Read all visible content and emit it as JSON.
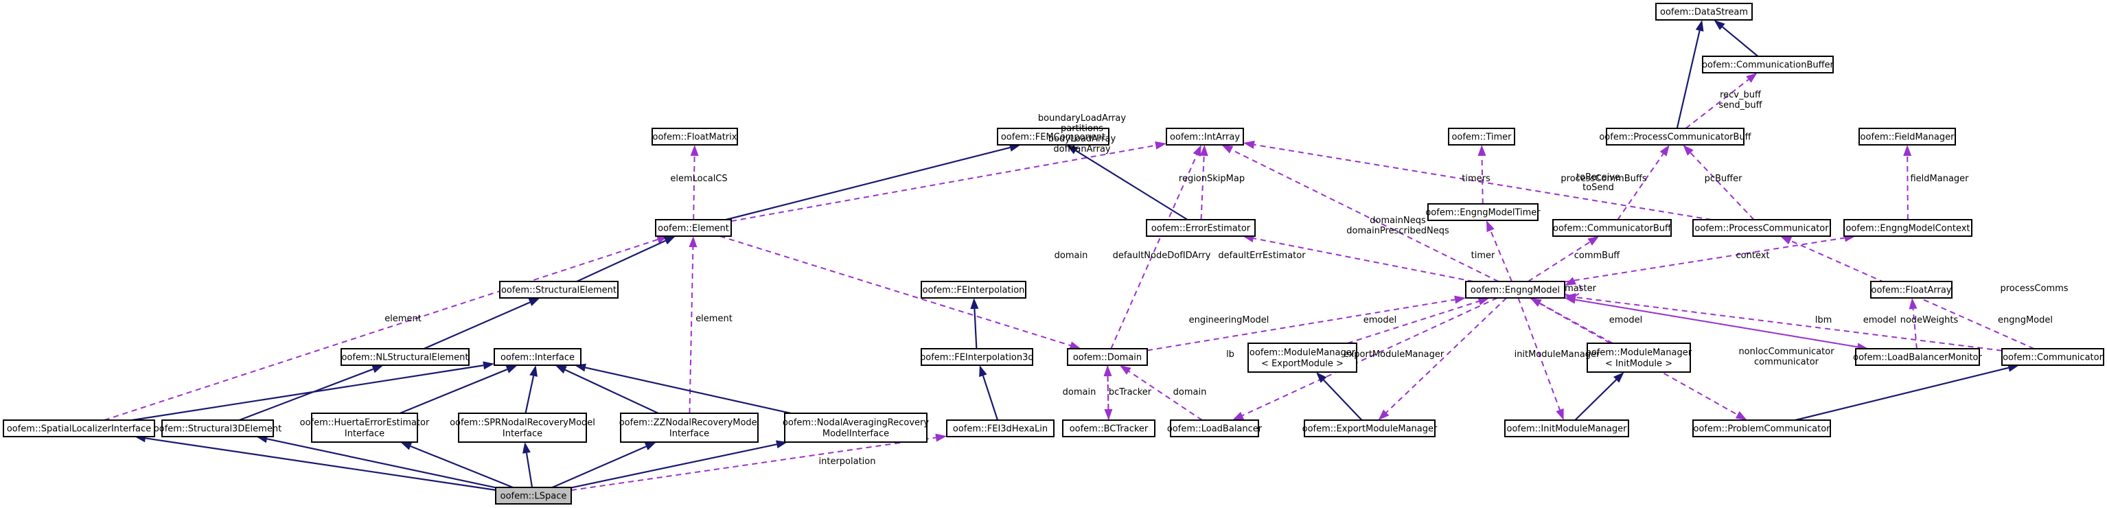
{
  "diagram": {
    "nodes": [
      {
        "id": "lspace",
        "lines": [
          "oofem::LSpace"
        ],
        "focus": true
      },
      {
        "id": "spatial",
        "lines": [
          "oofem::SpatialLocalizerInterface"
        ]
      },
      {
        "id": "struct3d",
        "lines": [
          "oofem::Structural3DElement"
        ]
      },
      {
        "id": "huerta",
        "lines": [
          "oofem::HuertaErrorEstimator",
          "Interface"
        ]
      },
      {
        "id": "spr",
        "lines": [
          "oofem::SPRNodalRecoveryModel",
          "Interface"
        ]
      },
      {
        "id": "zz",
        "lines": [
          "oofem::ZZNodalRecoveryModel",
          "Interface"
        ]
      },
      {
        "id": "nodalavg",
        "lines": [
          "oofem::NodalAveragingRecovery",
          "ModelInterface"
        ]
      },
      {
        "id": "fei3d",
        "lines": [
          "oofem::FEI3dHexaLin"
        ]
      },
      {
        "id": "interface",
        "lines": [
          "oofem::Interface"
        ]
      },
      {
        "id": "nlstruct",
        "lines": [
          "oofem::NLStructuralElement"
        ]
      },
      {
        "id": "structel",
        "lines": [
          "oofem::StructuralElement"
        ]
      },
      {
        "id": "element",
        "lines": [
          "oofem::Element"
        ]
      },
      {
        "id": "floatmatrix",
        "lines": [
          "oofem::FloatMatrix"
        ]
      },
      {
        "id": "femcomp",
        "lines": [
          "oofem::FEMComponent"
        ]
      },
      {
        "id": "intarray",
        "lines": [
          "oofem::IntArray"
        ]
      },
      {
        "id": "errest",
        "lines": [
          "oofem::ErrorEstimator"
        ]
      },
      {
        "id": "feinterp",
        "lines": [
          "oofem::FEInterpolation"
        ]
      },
      {
        "id": "feinterp3d",
        "lines": [
          "oofem::FEInterpolation3d"
        ]
      },
      {
        "id": "domain",
        "lines": [
          "oofem::Domain"
        ]
      },
      {
        "id": "bctracker",
        "lines": [
          "oofem::BCTracker"
        ]
      },
      {
        "id": "loadbal",
        "lines": [
          "oofem::LoadBalancer"
        ]
      },
      {
        "id": "timer",
        "lines": [
          "oofem::Timer"
        ]
      },
      {
        "id": "engngtimer",
        "lines": [
          "oofem::EngngModelTimer"
        ]
      },
      {
        "id": "engng",
        "lines": [
          "oofem::EngngModel"
        ]
      },
      {
        "id": "modexport",
        "lines": [
          "oofem::ModuleManager",
          "< ExportModule >"
        ]
      },
      {
        "id": "exportmgr",
        "lines": [
          "oofem::ExportModuleManager"
        ]
      },
      {
        "id": "modinit",
        "lines": [
          "oofem::ModuleManager",
          "< InitModule >"
        ]
      },
      {
        "id": "initmgr",
        "lines": [
          "oofem::InitModuleManager"
        ]
      },
      {
        "id": "datastream",
        "lines": [
          "oofem::DataStream"
        ]
      },
      {
        "id": "commbuffer",
        "lines": [
          "oofem::CommunicationBuffer"
        ]
      },
      {
        "id": "pcbuff",
        "lines": [
          "oofem::ProcessCommunicatorBuff"
        ]
      },
      {
        "id": "commbuff",
        "lines": [
          "oofem::CommunicatorBuff"
        ]
      },
      {
        "id": "proccomm",
        "lines": [
          "oofem::ProcessCommunicator"
        ]
      },
      {
        "id": "probcomm",
        "lines": [
          "oofem::ProblemCommunicator"
        ]
      },
      {
        "id": "fieldmgr",
        "lines": [
          "oofem::FieldManager"
        ]
      },
      {
        "id": "engctx",
        "lines": [
          "oofem::EngngModelContext"
        ]
      },
      {
        "id": "floatarray",
        "lines": [
          "oofem::FloatArray"
        ]
      },
      {
        "id": "lbmon",
        "lines": [
          "oofem::LoadBalancerMonitor"
        ]
      },
      {
        "id": "communicator",
        "lines": [
          "oofem::Communicator"
        ]
      }
    ],
    "edges": [
      {
        "kind": "inherit",
        "from": "lspace",
        "to": "spatial",
        "labels": []
      },
      {
        "kind": "inherit",
        "from": "lspace",
        "to": "struct3d",
        "labels": []
      },
      {
        "kind": "inherit",
        "from": "lspace",
        "to": "huerta",
        "labels": []
      },
      {
        "kind": "inherit",
        "from": "lspace",
        "to": "spr",
        "labels": []
      },
      {
        "kind": "inherit",
        "from": "lspace",
        "to": "zz",
        "labels": []
      },
      {
        "kind": "inherit",
        "from": "lspace",
        "to": "nodalavg",
        "labels": []
      },
      {
        "kind": "assoc",
        "from": "lspace",
        "to": "fei3d",
        "labels": [
          "interpolation"
        ]
      },
      {
        "kind": "inherit",
        "from": "spatial",
        "to": "interface",
        "labels": []
      },
      {
        "kind": "assoc",
        "from": "spatial",
        "to": "element",
        "labels": [
          "element"
        ]
      },
      {
        "kind": "inherit",
        "from": "struct3d",
        "to": "nlstruct",
        "labels": []
      },
      {
        "kind": "inherit",
        "from": "huerta",
        "to": "interface",
        "labels": []
      },
      {
        "kind": "inherit",
        "from": "spr",
        "to": "interface",
        "labels": []
      },
      {
        "kind": "inherit",
        "from": "zz",
        "to": "interface",
        "labels": []
      },
      {
        "kind": "assoc",
        "from": "zz",
        "to": "element",
        "labels": [
          "element"
        ]
      },
      {
        "kind": "inherit",
        "from": "nodalavg",
        "to": "interface",
        "labels": []
      },
      {
        "kind": "inherit",
        "from": "nlstruct",
        "to": "structel",
        "labels": []
      },
      {
        "kind": "inherit",
        "from": "structel",
        "to": "element",
        "labels": []
      },
      {
        "kind": "inherit",
        "from": "element",
        "to": "femcomp",
        "labels": []
      },
      {
        "kind": "assoc",
        "from": "element",
        "to": "floatmatrix",
        "labels": [
          "elemLocalCS"
        ]
      },
      {
        "kind": "assoc",
        "from": "element",
        "to": "intarray",
        "labels": [
          "boundaryLoadArray",
          "partitions",
          "bodyLoadArray",
          "dofManArray"
        ]
      },
      {
        "kind": "inherit",
        "from": "errest",
        "to": "femcomp",
        "labels": []
      },
      {
        "kind": "assoc",
        "from": "errest",
        "to": "intarray",
        "labels": [
          "regionSkipMap"
        ]
      },
      {
        "kind": "inherit",
        "from": "fei3d",
        "to": "feinterp3d",
        "labels": []
      },
      {
        "kind": "inherit",
        "from": "feinterp3d",
        "to": "feinterp",
        "labels": []
      },
      {
        "kind": "assoc",
        "from": "element",
        "to": "domain",
        "labels": [
          "domain"
        ]
      },
      {
        "kind": "assoc",
        "from": "domain",
        "to": "intarray",
        "labels": [
          "defaultNodeDofIDArry"
        ]
      },
      {
        "kind": "assoc",
        "from": "domain",
        "to": "engng",
        "labels": [
          "engineeringModel"
        ]
      },
      {
        "kind": "assoc",
        "from": "domain",
        "to": "bctracker",
        "labels": [
          "bcTracker"
        ]
      },
      {
        "kind": "assoc",
        "from": "bctracker",
        "to": "domain",
        "labels": [
          "domain"
        ]
      },
      {
        "kind": "assoc",
        "from": "loadbal",
        "to": "domain",
        "labels": [
          "domain"
        ]
      },
      {
        "kind": "assoc",
        "from": "engng",
        "to": "loadbal",
        "labels": [
          "lb"
        ]
      },
      {
        "kind": "assoc",
        "from": "engng",
        "to": "errest",
        "labels": [
          "defaultErrEstimator"
        ]
      },
      {
        "kind": "assoc",
        "from": "engng",
        "to": "intarray",
        "labels": [
          "domainNeqs",
          "domainPrescribedNeqs"
        ]
      },
      {
        "kind": "assoc",
        "from": "engng",
        "to": "engngtimer",
        "labels": [
          "timer"
        ]
      },
      {
        "kind": "assoc",
        "from": "engngtimer",
        "to": "timer",
        "labels": [
          "timers"
        ]
      },
      {
        "kind": "assoc",
        "from": "engng",
        "to": "commbuff",
        "labels": [
          "commBuff"
        ]
      },
      {
        "kind": "assoc",
        "from": "engng",
        "to": "engctx",
        "labels": [
          "context"
        ]
      },
      {
        "kind": "assoc",
        "from": "engng",
        "to": "engng",
        "labels": [
          "master"
        ]
      },
      {
        "kind": "assoc",
        "from": "modexport",
        "to": "engng",
        "labels": [
          "emodel"
        ]
      },
      {
        "kind": "inherit",
        "from": "exportmgr",
        "to": "modexport",
        "labels": []
      },
      {
        "kind": "assoc",
        "from": "engng",
        "to": "exportmgr",
        "labels": [
          "exportModuleManager"
        ]
      },
      {
        "kind": "assoc",
        "from": "modinit",
        "to": "engng",
        "labels": [
          "emodel"
        ]
      },
      {
        "kind": "inherit",
        "from": "initmgr",
        "to": "modinit",
        "labels": []
      },
      {
        "kind": "assoc",
        "from": "engng",
        "to": "initmgr",
        "labels": [
          "initModuleManager"
        ]
      },
      {
        "kind": "assoc",
        "from": "engng",
        "to": "probcomm",
        "labels": [
          "nonlocCommunicator",
          "communicator"
        ]
      },
      {
        "kind": "assoc",
        "from": "engng",
        "to": "lbmon",
        "labels": [
          "lbm"
        ]
      },
      {
        "kind": "assoc",
        "from": "lbmon",
        "to": "engng",
        "labels": [
          "emodel"
        ]
      },
      {
        "kind": "assoc",
        "from": "lbmon",
        "to": "floatarray",
        "labels": [
          "nodeWeights"
        ]
      },
      {
        "kind": "assoc",
        "from": "communicator",
        "to": "engng",
        "labels": [
          "engngModel"
        ]
      },
      {
        "kind": "assoc",
        "from": "communicator",
        "to": "proccomm",
        "labels": [
          "processComms"
        ]
      },
      {
        "kind": "inherit",
        "from": "probcomm",
        "to": "communicator",
        "labels": []
      },
      {
        "kind": "assoc",
        "from": "engctx",
        "to": "fieldmgr",
        "labels": [
          "fieldManager"
        ]
      },
      {
        "kind": "assoc",
        "from": "proccomm",
        "to": "intarray",
        "labels": [
          "toReceive",
          "toSend"
        ]
      },
      {
        "kind": "assoc",
        "from": "proccomm",
        "to": "pcbuff",
        "labels": [
          "pcBuffer"
        ]
      },
      {
        "kind": "assoc",
        "from": "commbuff",
        "to": "pcbuff",
        "labels": [
          "processCommBuffs"
        ]
      },
      {
        "kind": "assoc",
        "from": "pcbuff",
        "to": "commbuffer",
        "labels": [
          "recv_buff",
          "send_buff"
        ]
      },
      {
        "kind": "inherit",
        "from": "commbuffer",
        "to": "datastream",
        "labels": []
      },
      {
        "kind": "inherit",
        "from": "pcbuff",
        "to": "datastream",
        "labels": []
      }
    ]
  },
  "colors": {
    "inherit": "#191970",
    "assoc": "#9a32cd",
    "focus_fill": "#bfbfbf"
  }
}
